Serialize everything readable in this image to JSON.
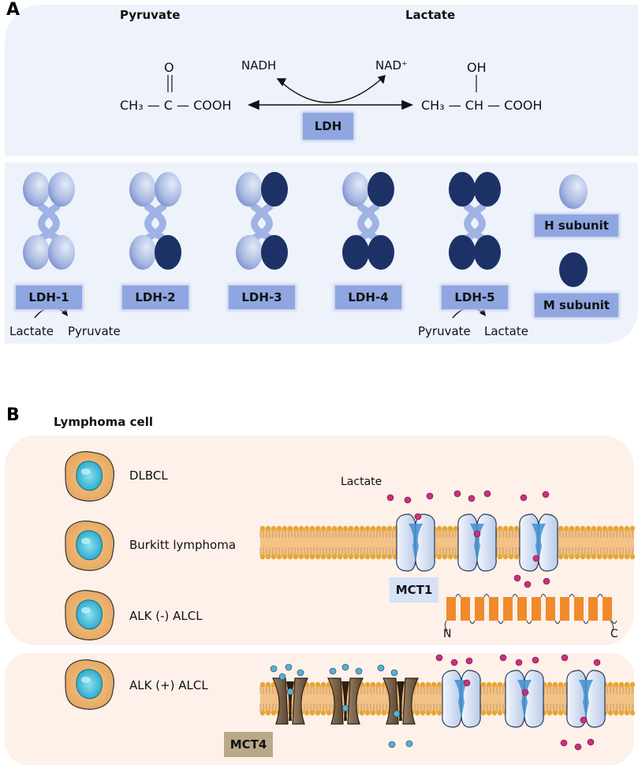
{
  "panel_a": {
    "letter": "A",
    "pyruvate_title": "Pyruvate",
    "lactate_title": "Lactate",
    "nadh": "NADH",
    "nad": "NAD⁺",
    "ldh": "LDH",
    "pyruvate_o": "O",
    "pyruvate_formula": "CH₃ — C — COOH",
    "lactate_oh": "OH",
    "lactate_formula": "CH₃ — CH — COOH",
    "isozymes": [
      {
        "label": "LDH-1",
        "subunits": "HHHH"
      },
      {
        "label": "LDH-2",
        "subunits": "HHHM"
      },
      {
        "label": "LDH-3",
        "subunits": "HMHM"
      },
      {
        "label": "LDH-4",
        "subunits": "HMMM"
      },
      {
        "label": "LDH-5",
        "subunits": "MMMM"
      }
    ],
    "h_subunit": "H subunit",
    "m_subunit": "M subunit",
    "ldh1_from": "Lactate",
    "ldh1_to": "Pyruvate",
    "ldh5_from": "Pyruvate",
    "ldh5_to": "Lactate",
    "colors": {
      "h": "#9fb0de",
      "m": "#1c3266",
      "panel": "#eef2fb",
      "box": "#8fa6e0"
    }
  },
  "panel_b": {
    "letter": "B",
    "title": "Lymphoma cell",
    "cells": [
      "DLBCL",
      "Burkitt lymphoma",
      "ALK (-) ALCL",
      "ALK (+) ALCL"
    ],
    "lactate": "Lactate",
    "mct1": "MCT1",
    "mct4": "MCT4",
    "n_term": "N",
    "c_term": "C",
    "colors": {
      "panel": "#fdf1ea",
      "membrane": "#f3c287",
      "head": "#e8a630",
      "lactate": "#cc2f7c",
      "mct4_dot": "#44b9d6",
      "helix": "#f08a2a"
    }
  }
}
